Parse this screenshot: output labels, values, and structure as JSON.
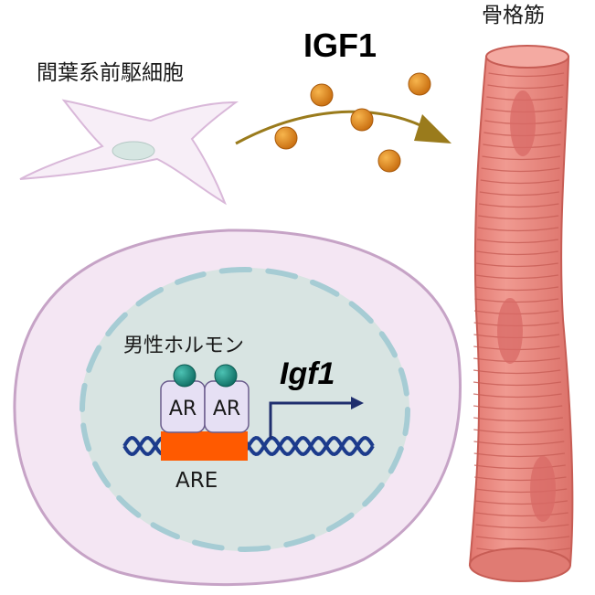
{
  "labels": {
    "mesenchymal_progenitor": "間葉系前駆細胞",
    "skeletal_muscle": "骨格筋",
    "igf1_protein": "IGF1",
    "male_hormone": "男性ホルモン",
    "igf1_gene": "Igf1",
    "ar_left": "AR",
    "ar_right": "AR",
    "are": "ARE"
  },
  "colors": {
    "progenitor_fill": "#f7eef7",
    "progenitor_stroke": "#d9b8d9",
    "progenitor_nucleus": "#d6e6e2",
    "igf1_ball": "#e08a1e",
    "arrow": "#9a7b1c",
    "muscle_fill": "#ec8d84",
    "muscle_stroke": "#c75d55",
    "muscle_nucleus": "#d86a66",
    "cell_outer": "#f4e6f3",
    "cell_stroke": "#c6a3c6",
    "nucleus_fill": "#d8e4e2",
    "envelope": "#a6ccd4",
    "ar_fill": "#e6e0f4",
    "hormone_ball": "#1e8a7c",
    "are_block": "#ff5a00",
    "dna": "#1c3b8c",
    "tss_arrow": "#1f2e6e"
  }
}
